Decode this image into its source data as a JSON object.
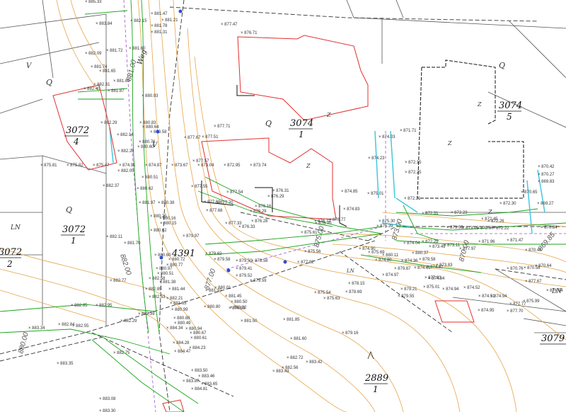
{
  "parcels": [
    {
      "number": "3074",
      "sub": "1"
    },
    {
      "number": "3074",
      "sub": "5"
    },
    {
      "number": "3072",
      "sub": "4"
    },
    {
      "number": "3072",
      "sub": "1"
    },
    {
      "number": "3072",
      "sub": "2"
    },
    {
      "number": "3079",
      "sub": ""
    },
    {
      "number": "2889",
      "sub": "1"
    },
    {
      "number": "4391",
      "sub": ""
    }
  ],
  "land_use": {
    "q": "Q",
    "v": "V",
    "ln": "LN",
    "z": "Z"
  },
  "road": {
    "name": "Weg"
  },
  "contours": [
    "881.00",
    "882.00",
    "880.00",
    "877.00",
    "875.00",
    "873.00",
    "870.00",
    "869.85"
  ],
  "spot_heights": [
    "885.33",
    "883.84",
    "882.15",
    "881.31",
    "881.78",
    "881.47",
    "881.21",
    "882.09",
    "881.72",
    "881.60",
    "881.65",
    "881.74",
    "882.40",
    "882.31",
    "881.89",
    "881.87",
    "880.93",
    "880.83",
    "880.58",
    "880.64",
    "880.60",
    "880.76",
    "880.51",
    "880.62",
    "880.38",
    "882.29",
    "882.14",
    "882.28",
    "882.05",
    "882.37",
    "881.97",
    "882.11",
    "881.70",
    "880.62",
    "880.25",
    "880.16",
    "880.15",
    "879.97",
    "879.82",
    "879.58",
    "879.41",
    "879.50",
    "879.52",
    "878.58",
    "877.82",
    "877.70",
    "877.71",
    "877.67",
    "877.51",
    "877.47",
    "877.57",
    "877.54",
    "877.55",
    "877.69",
    "877.68",
    "877.33",
    "876.71",
    "876.31",
    "876.29",
    "876.16",
    "876.28",
    "876.33",
    "876.29",
    "876.72",
    "876.77",
    "876.70",
    "875.61",
    "875.56",
    "875.39",
    "875.30",
    "875.01",
    "874.85",
    "874.83",
    "874.23",
    "874.03",
    "872.15",
    "872.21",
    "872.25",
    "872.31",
    "872.23",
    "872.30",
    "871.71",
    "870.65",
    "870.42",
    "870.27",
    "869.83",
    "869.27",
    "872.29",
    "873.83",
    "873.49",
    "873.11",
    "873.59",
    "873.05",
    "872.97",
    "872.22",
    "872.45",
    "872.26",
    "871.96",
    "871.47",
    "870.84",
    "870.46",
    "870.76",
    "870.58",
    "870.64",
    "874.61",
    "874.84",
    "874.94",
    "874.04",
    "875.69",
    "875.01",
    "874.90",
    "874.67",
    "874.36",
    "874.52",
    "874.51",
    "874.94",
    "874.95",
    "874.97",
    "874.80",
    "875.63",
    "875.54",
    "879.55",
    "879.21",
    "878.69",
    "878.15",
    "879.83",
    "879.59",
    "879.16",
    "880.01",
    "880.50",
    "881.50",
    "881.85",
    "881.60",
    "882.72",
    "882.56",
    "883.42",
    "883.32",
    "883.34",
    "883.35",
    "883.08",
    "883.30",
    "883.43",
    "883.50",
    "883.46",
    "883.65",
    "883.87",
    "884.81",
    "884.28",
    "884.47",
    "884.23",
    "884.34",
    "882.75",
    "882.65",
    "882.84",
    "882.55",
    "882.95",
    "882.77",
    "882.85",
    "882.58",
    "882.53",
    "882.39",
    "882.29",
    "882.21",
    "881.63",
    "880.99",
    "880.88",
    "880.97",
    "880.77",
    "880.72",
    "880.60",
    "880.51",
    "881.38",
    "881.44",
    "881.10",
    "881.45",
    "880.80",
    "880.94",
    "880.67",
    "880.61",
    "880.49",
    "880.37",
    "880.11",
    "879.87",
    "879.58",
    "877.97",
    "877.93",
    "877.67",
    "877.77",
    "877.70",
    "875.99",
    "876.04",
    "875.81",
    "875.82",
    "875.47",
    "874.91",
    "874.87",
    "873.67",
    "873.04",
    "872.95",
    "873.74"
  ]
}
